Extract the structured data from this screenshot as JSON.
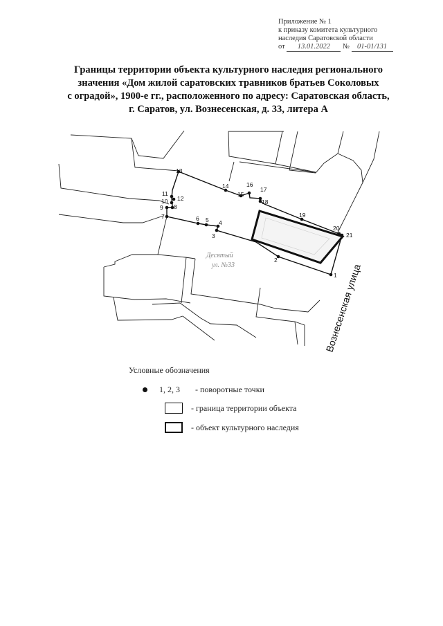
{
  "annex": {
    "line1": "Приложение № 1",
    "line2": "к приказу комитета культурного",
    "line3": "наследия Саратовской области",
    "date_prefix": "от",
    "date_value": "13.01.2022",
    "number_prefix": "№",
    "number_value": "01-01/131"
  },
  "title": {
    "line1": "Границы территории объекта культурного наследия регионального",
    "line2": "значения «Дом жилой саратовских травников братьев Соколовых",
    "line3": "с оградой», 1900-е гг., расположенного по адресу: Саратовская область,",
    "line4": "г. Саратов, ул. Вознесенская, д. 33, литера А"
  },
  "map": {
    "street_label": "Вознесенская улица",
    "faded_label1": "Десятый",
    "faded_label2": "ул. №33",
    "points": [
      {
        "id": "1",
        "label": "1"
      },
      {
        "id": "2",
        "label": "2"
      },
      {
        "id": "3",
        "label": "3"
      },
      {
        "id": "4",
        "label": "4"
      },
      {
        "id": "5",
        "label": "5"
      },
      {
        "id": "6",
        "label": "6"
      },
      {
        "id": "7",
        "label": "7"
      },
      {
        "id": "8",
        "label": "8"
      },
      {
        "id": "9",
        "label": "9"
      },
      {
        "id": "10",
        "label": "10"
      },
      {
        "id": "11",
        "label": "11"
      },
      {
        "id": "12",
        "label": "12"
      },
      {
        "id": "13",
        "label": "13"
      },
      {
        "id": "14",
        "label": "14"
      },
      {
        "id": "15",
        "label": "15"
      },
      {
        "id": "16",
        "label": "16"
      },
      {
        "id": "17",
        "label": "17"
      },
      {
        "id": "18",
        "label": "18"
      },
      {
        "id": "19",
        "label": "19"
      },
      {
        "id": "20",
        "label": "20"
      },
      {
        "id": "21",
        "label": "21"
      }
    ]
  },
  "legend": {
    "title": "Условные обозначения",
    "points_sample": "1, 2, 3",
    "points_desc": "- поворотные точки",
    "boundary_desc": "- граница территории объекта",
    "object_desc": "- объект культурного наследия"
  }
}
